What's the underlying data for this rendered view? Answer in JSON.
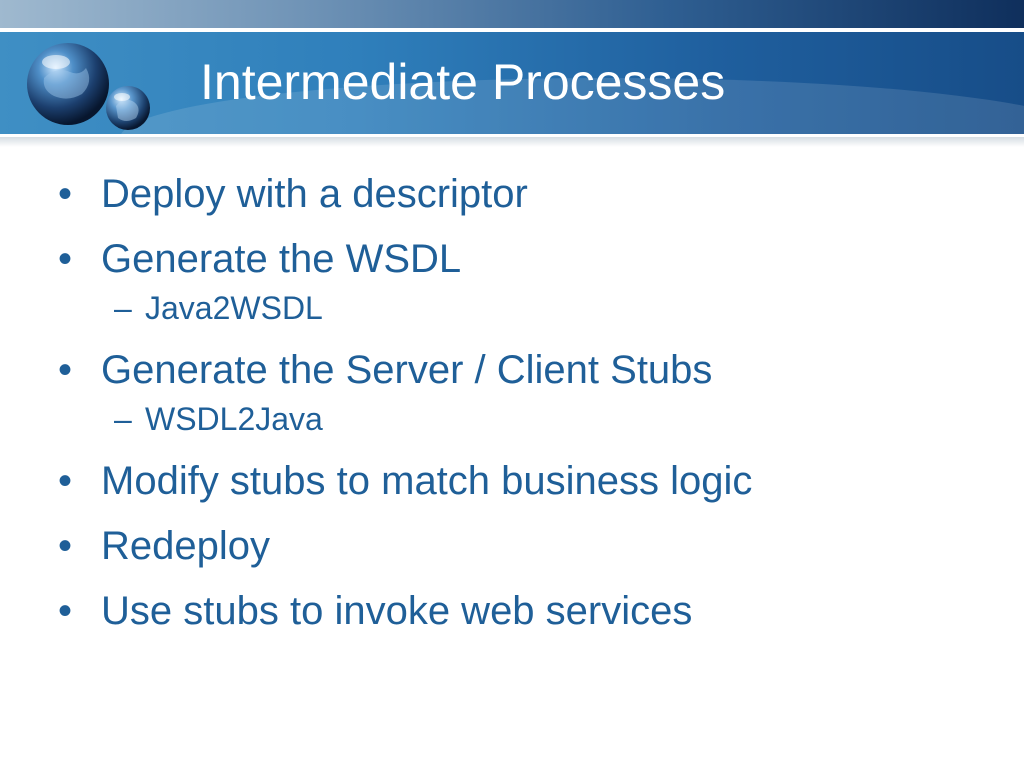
{
  "slide": {
    "title": "Intermediate Processes",
    "colors": {
      "title_band": "#2f7fbb",
      "text": "#1f5f98",
      "top_strip_dark": "#0f2f5c"
    },
    "icons": {
      "logo": "globe-logo-icon"
    },
    "bullet_marker": "•",
    "sub_marker": "–",
    "bullets": [
      {
        "level": 1,
        "text": "Deploy with a descriptor"
      },
      {
        "level": 1,
        "text": "Generate the WSDL"
      },
      {
        "level": 2,
        "text": "Java2WSDL"
      },
      {
        "level": 1,
        "text": "Generate the Server / Client Stubs"
      },
      {
        "level": 2,
        "text": "WSDL2Java"
      },
      {
        "level": 1,
        "text": "Modify stubs to match business logic"
      },
      {
        "level": 1,
        "text": "Redeploy"
      },
      {
        "level": 1,
        "text": "Use stubs to invoke web services"
      }
    ]
  }
}
